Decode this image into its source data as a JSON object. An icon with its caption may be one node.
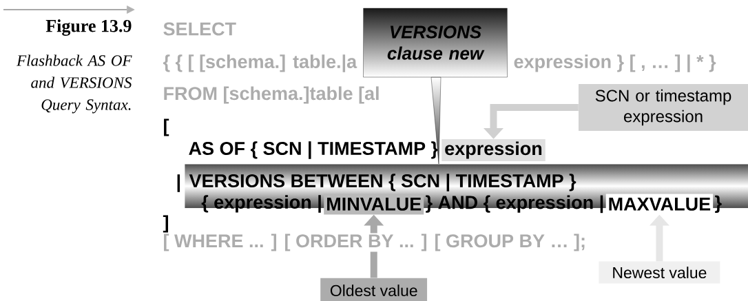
{
  "diagram": {
    "nodes": [
      {
        "text": [
          "VERSIONS clause new"
        ]
      },
      {
        "text": [
          "expression"
        ]
      },
      {
        "text": [
          "SCN or timestamp expression"
        ]
      },
      {
        "text": [
          "VERSIONS BETWEEN { SCN | TIMESTAMP }",
          "{ expression |",
          "} AND { expression |",
          "}"
        ]
      },
      {
        "text": [
          "MINVALUE"
        ],
        "in": 3
      },
      {
        "text": [
          "MAXVALUE"
        ],
        "in": 3
      },
      {
        "text": [
          "Oldest value"
        ]
      },
      {
        "text": [
          "Newest value"
        ]
      }
    ],
    "edges": [
      {
        "from": 0,
        "to": 3,
        "arrow": "none"
      },
      {
        "from": 2,
        "to": 1,
        "arrow": "to",
        "color": "#d0d0d0"
      },
      {
        "from": 6,
        "to": 4,
        "arrow": "to",
        "color": "#a8a8a8"
      },
      {
        "from": 7,
        "to": 5,
        "arrow": "to",
        "color": "#e6e6e6"
      }
    ],
    "labels": [
      "Figure 13.9",
      "Flashback AS OF and VERSIONS Query Syntax.",
      "SELECT",
      "{ { [ [schema.] table.|a",
      "expression } [ , … ] | * }",
      "FROM [schema.]table [al",
      "[",
      "AS OF { SCN | TIMESTAMP }",
      "|",
      "]",
      "[ WHERE ... ] [ ORDER BY ... ] [ GROUP BY … ];"
    ]
  }
}
